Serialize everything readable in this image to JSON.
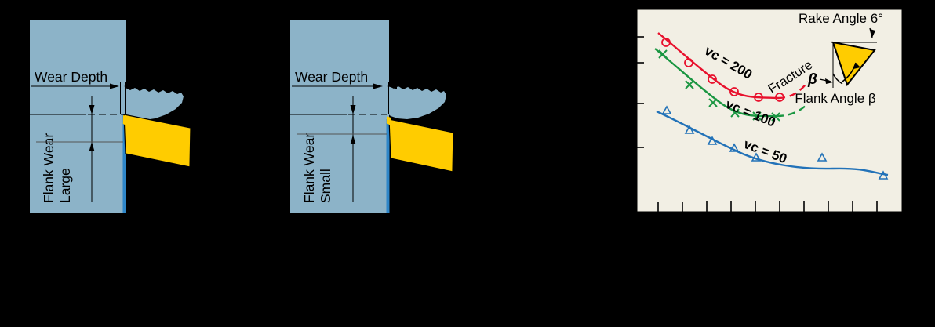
{
  "figure": {
    "background_color": "#000000",
    "workpiece_color": "#8CB3C8",
    "tool_color": "#FFCC00",
    "wear_land_color": "#2E86C8",
    "chart_background": "#F2EFE4"
  },
  "panels": [
    {
      "id": "large-flank-wear",
      "wear_depth_label": "Wear Depth",
      "flank_wear_label_line1": "Large",
      "flank_wear_label_line2": "Flank Wear"
    },
    {
      "id": "small-flank-wear",
      "wear_depth_label": "Wear Depth",
      "flank_wear_label_line1": "Small",
      "flank_wear_label_line2": "Flank Wear"
    }
  ],
  "chart_data": {
    "type": "line",
    "title": "",
    "xlabel": "",
    "ylabel": "",
    "grid": false,
    "legend_position": "inline-annotations",
    "x_tick_count": 10,
    "y_tick_count": 4,
    "x_ticks_labeled": false,
    "y_ticks_labeled": false,
    "annotations": [
      {
        "text": "Rake Angle 6°",
        "role": "inset-title"
      },
      {
        "text": "Flank Angle β",
        "role": "inset-caption"
      },
      {
        "text": "β",
        "role": "inset-angle-symbol"
      },
      {
        "text": "Fracture",
        "role": "curve-region-label"
      }
    ],
    "series": [
      {
        "name": "vc = 200",
        "label": "vc = 200",
        "color": "#E8112D",
        "marker": "circle",
        "x": [
          849,
          877,
          905,
          934,
          962,
          990
        ],
        "y": [
          54,
          80,
          101,
          118,
          125,
          125
        ],
        "dashed_tail": {
          "x": [
            990,
            1005,
            1018,
            1030
          ],
          "y": [
            125,
            122,
            112,
            99
          ]
        }
      },
      {
        "name": "vc = 100",
        "label": "vc = 100",
        "color": "#1A9641",
        "marker": "cross",
        "x": [
          849,
          877,
          906,
          934,
          962,
          990
        ],
        "y": [
          72,
          97,
          120,
          137,
          145,
          148
        ],
        "dashed_tail": {
          "x": [
            990,
            1005,
            1018,
            1030
          ],
          "y": [
            148,
            146,
            139,
            128
          ]
        }
      },
      {
        "name": "vc = 50",
        "label": "vc = 50",
        "color": "#2272B8",
        "marker": "triangle",
        "x": [
          849,
          877,
          906,
          934,
          962,
          990,
          1046,
          1124
        ],
        "y": [
          140,
          164,
          178,
          187,
          199,
          199,
          198,
          222
        ],
        "dashed_tail": null
      }
    ]
  }
}
